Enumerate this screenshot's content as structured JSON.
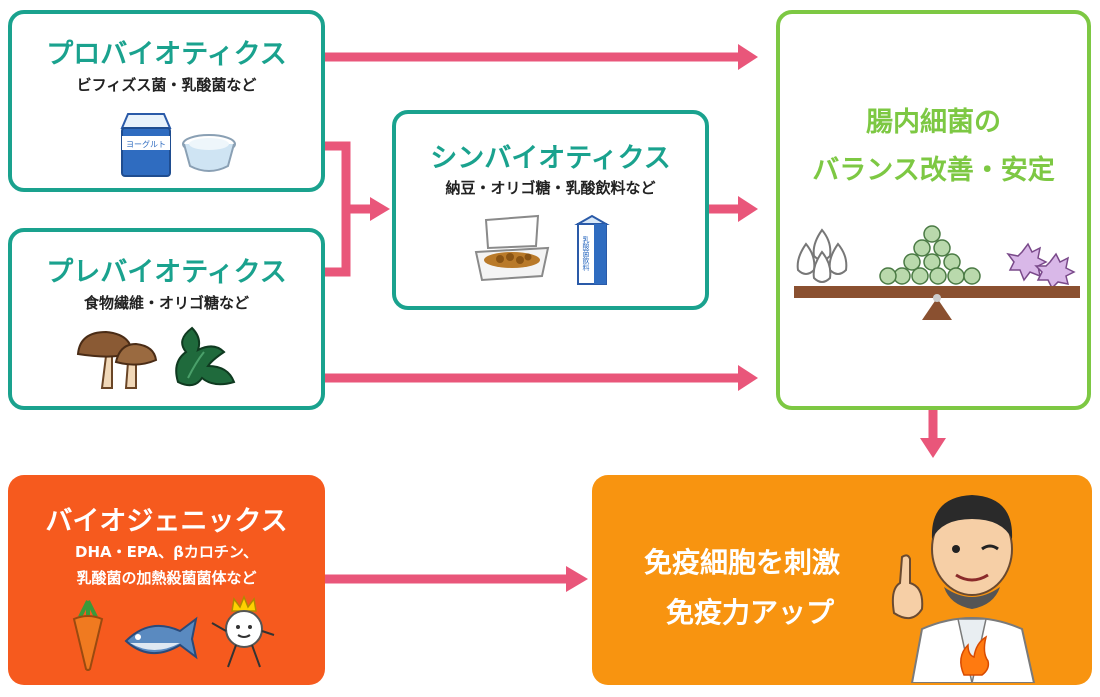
{
  "nodes": {
    "probiotics": {
      "title": "プロバイオティクス",
      "sub": "ビフィズス菌・乳酸菌など",
      "yogurt_label": "ヨーグルト"
    },
    "prebiotics": {
      "title": "プレバイオティクス",
      "sub": "食物繊維・オリゴ糖など"
    },
    "synbiotics": {
      "title": "シンバイオティクス",
      "sub": "納豆・オリゴ糖・乳酸飲料など",
      "drink_label": "乳酸菌飲料"
    },
    "gut": {
      "title_line1": "腸内細菌の",
      "title_line2": "バランス改善・安定"
    },
    "biogenics": {
      "title": "バイオジェニックス",
      "sub_line1": "DHA・EPA、βカロチン、",
      "sub_line2": "乳酸菌の加熱殺菌菌体など"
    },
    "immune": {
      "line1": "免疫細胞を刺激",
      "line2": "免疫力アップ"
    }
  },
  "colors": {
    "teal": "#1aa28e",
    "green": "#7dc843",
    "arrow": "#e9567a",
    "orange_red": "#f65a1e",
    "orange": "#f89410"
  }
}
